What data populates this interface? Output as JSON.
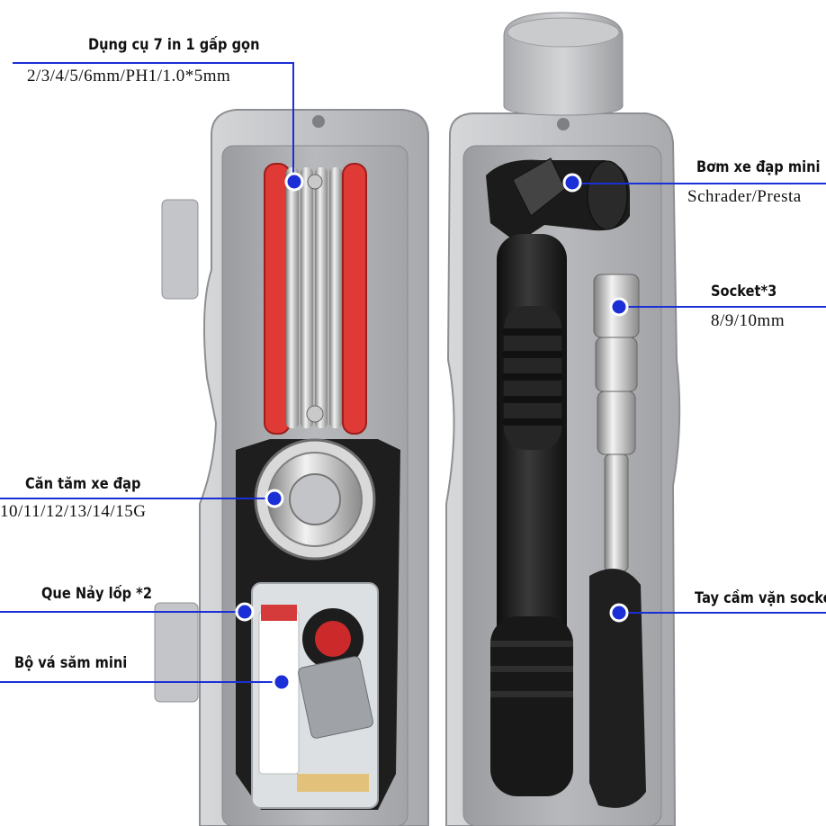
{
  "callouts": {
    "multitool": {
      "title": "Dụng cụ 7 in 1 gấp gọn",
      "detail": "2/3/4/5/6mm/PH1/1.0*5mm"
    },
    "pump": {
      "title": "Bơm xe đạp mini",
      "detail": "Schrader/Presta"
    },
    "socket": {
      "title": "Socket*3",
      "detail": "8/9/10mm"
    },
    "spoke_wrench": {
      "title": "Căn tăm xe đạp",
      "detail": "10/11/12/13/14/15G"
    },
    "tire_lever": {
      "title": "Que Nảy lốp *2"
    },
    "patch_kit": {
      "title": "Bộ vá săm mini"
    },
    "socket_handle": {
      "title": "Tay cầm vặn socket"
    }
  },
  "colors": {
    "accent": "#1b2fd6",
    "case": "#b9bbbe",
    "tool_red": "#e03a36",
    "pump_black": "#1c1c1c"
  }
}
